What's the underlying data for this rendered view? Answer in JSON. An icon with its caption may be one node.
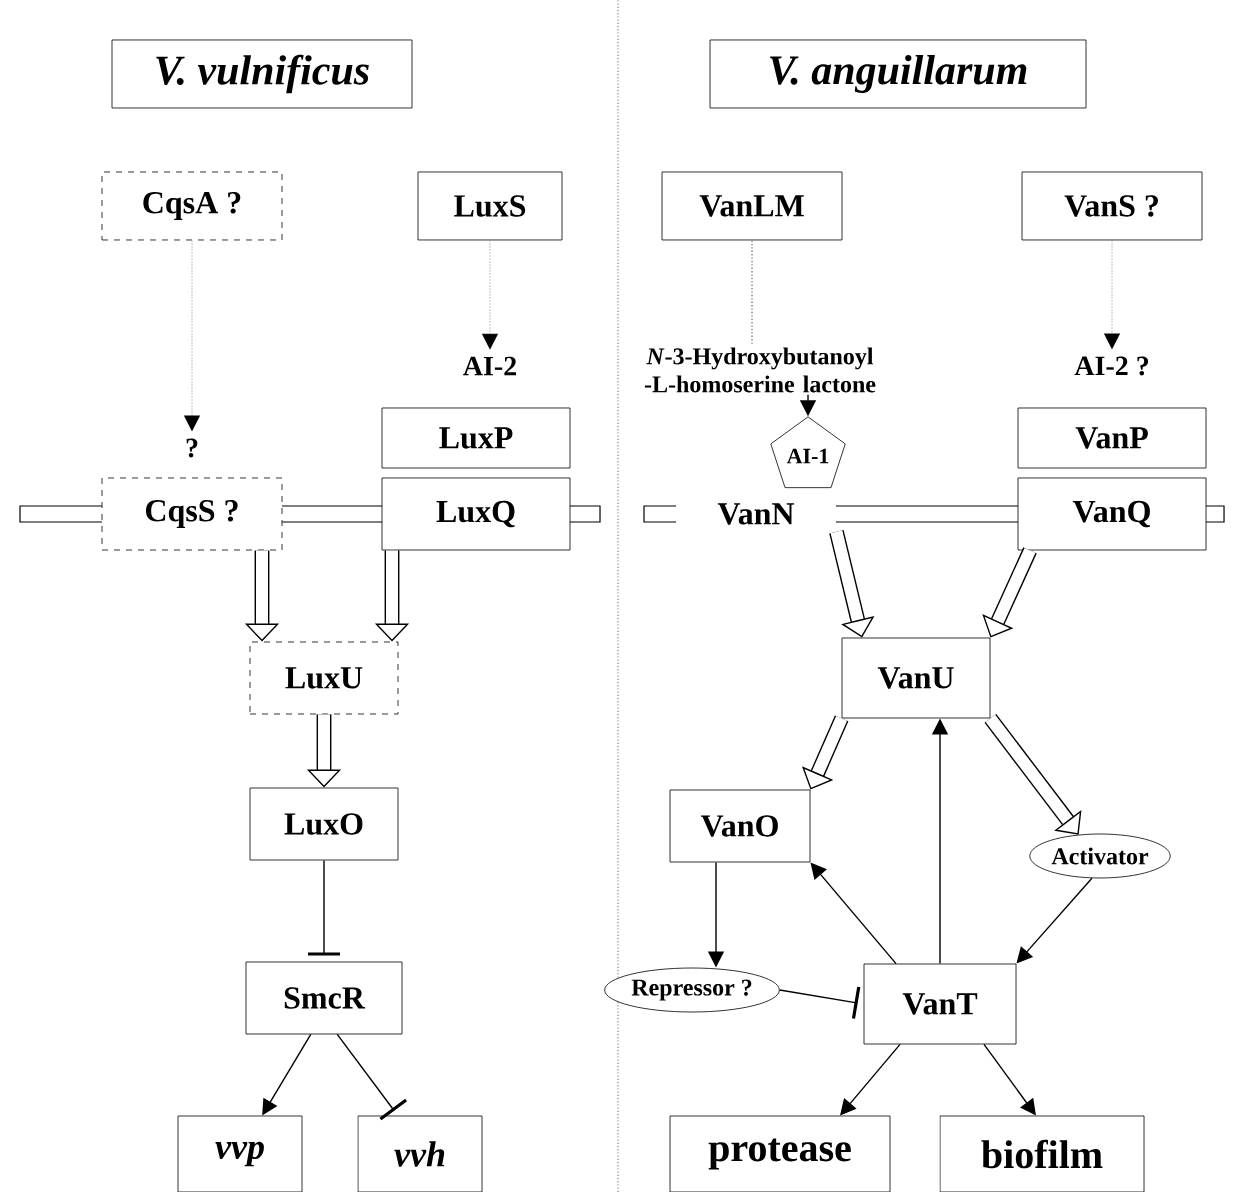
{
  "diagram": {
    "nodes": [
      {
        "text": [
          "V. vulnificus"
        ]
      },
      {
        "text": [
          "V. anguillarum"
        ]
      },
      {
        "text": [
          "CqsA ?"
        ]
      },
      {
        "text": [
          "LuxS"
        ]
      },
      {
        "text": [
          "AI-2"
        ]
      },
      {
        "text": [
          "?"
        ]
      },
      {
        "text": [
          "LuxP"
        ]
      },
      {
        "text": [
          "CqsS ?"
        ]
      },
      {
        "text": [
          "LuxQ"
        ]
      },
      {
        "text": [
          "LuxU"
        ]
      },
      {
        "text": [
          "LuxO"
        ]
      },
      {
        "text": [
          "SmcR"
        ]
      },
      {
        "text": [
          "vvp"
        ]
      },
      {
        "text": [
          "vvh"
        ]
      },
      {
        "text": [
          "VanLM"
        ]
      },
      {
        "text": [
          "VanS ?"
        ]
      },
      {
        "text": [
          "*N*-3-Hydroxybutanoyl -L-homoserine lactone"
        ]
      },
      {
        "text": [
          "AI-1"
        ]
      },
      {
        "text": [
          "AI-2 ?"
        ]
      },
      {
        "text": [
          "VanP"
        ]
      },
      {
        "text": [
          "VanN"
        ]
      },
      {
        "text": [
          "VanQ"
        ]
      },
      {
        "text": [
          "VanU"
        ]
      },
      {
        "text": [
          "VanO"
        ]
      },
      {
        "text": [
          "Activator"
        ]
      },
      {
        "text": [
          "Repressor ?"
        ]
      },
      {
        "text": [
          "VanT"
        ]
      },
      {
        "text": [
          "protease"
        ]
      },
      {
        "text": [
          "biofilm"
        ]
      }
    ],
    "edges": [
      {
        "from": 3,
        "to": 4,
        "arrow": "to",
        "style": "dashed",
        "color": "#808080"
      },
      {
        "from": 2,
        "to": 5,
        "arrow": "to",
        "style": "dashed",
        "color": "#808080"
      },
      {
        "from": 14,
        "to": 16,
        "arrow": "none",
        "style": "dashed",
        "color": "#808080"
      },
      {
        "from": 16,
        "to": 17,
        "arrow": "to"
      },
      {
        "from": 15,
        "to": 18,
        "arrow": "to",
        "style": "dashed",
        "color": "#808080"
      },
      {
        "from": 7,
        "to": 9,
        "arrow": "to",
        "style": "thick"
      },
      {
        "from": 8,
        "to": 9,
        "arrow": "to",
        "style": "thick"
      },
      {
        "from": 9,
        "to": 10,
        "arrow": "to",
        "style": "thick"
      },
      {
        "from": 10,
        "to": 11,
        "arrow": "other"
      },
      {
        "from": 11,
        "to": 12,
        "arrow": "to"
      },
      {
        "from": 11,
        "to": 13,
        "arrow": "other"
      },
      {
        "from": 20,
        "to": 22,
        "arrow": "to",
        "style": "thick"
      },
      {
        "from": 21,
        "to": 22,
        "arrow": "to",
        "style": "thick"
      },
      {
        "from": 22,
        "to": 23,
        "arrow": "to",
        "style": "thick"
      },
      {
        "from": 22,
        "to": 24,
        "arrow": "to",
        "style": "thick"
      },
      {
        "from": 26,
        "to": 22,
        "arrow": "to"
      },
      {
        "from": 26,
        "to": 23,
        "arrow": "to"
      },
      {
        "from": 24,
        "to": 26,
        "arrow": "to"
      },
      {
        "from": 23,
        "to": 25,
        "arrow": "to"
      },
      {
        "from": 25,
        "to": 26,
        "arrow": "other"
      },
      {
        "from": 26,
        "to": 27,
        "arrow": "to"
      },
      {
        "from": 26,
        "to": 28,
        "arrow": "to"
      }
    ]
  }
}
